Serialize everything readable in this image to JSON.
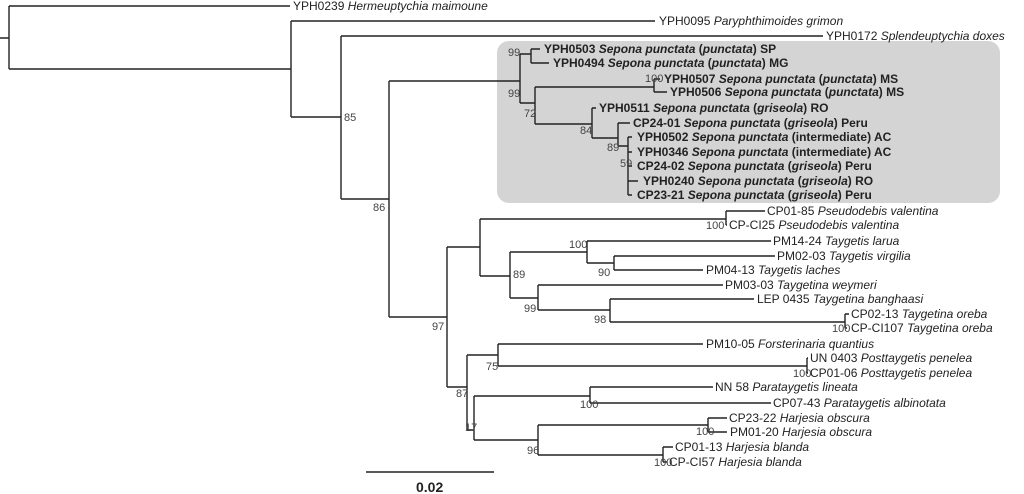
{
  "highlight_color": "#d4d4d4",
  "scale_bar": {
    "label": "0.02"
  },
  "outgroup": [
    {
      "code": "YPH0239",
      "species": "Hermeuptychia maimoune"
    },
    {
      "code": "YPH0095",
      "species": "Paryphthimoides grimon"
    },
    {
      "code": "YPH0172",
      "species": "Splendeuptychia doxes"
    }
  ],
  "sepona": [
    {
      "code": "YPH0503",
      "species": "Sepona punctata",
      "sub": "punctata",
      "loc": "SP"
    },
    {
      "code": "YPH0494",
      "species": "Sepona punctata",
      "sub": "punctata",
      "loc": "MG"
    },
    {
      "code": "YPH0507",
      "species": "Sepona punctata",
      "sub": "punctata",
      "loc": "MS"
    },
    {
      "code": "YPH0506",
      "species": "Sepona punctata",
      "sub": "punctata",
      "loc": "MS"
    },
    {
      "code": "YPH0511",
      "species": "Sepona punctata",
      "sub": "griseola",
      "loc": "RO"
    },
    {
      "code": "CP24-01",
      "species": "Sepona punctata",
      "sub": "griseola",
      "loc": "Peru"
    },
    {
      "code": "YPH0502",
      "species": "Sepona punctata",
      "sub": "intermediate",
      "loc": "AC"
    },
    {
      "code": "YPH0346",
      "species": "Sepona punctata",
      "sub": "intermediate",
      "loc": "AC"
    },
    {
      "code": "CP24-02",
      "species": "Sepona punctata",
      "sub": "griseola",
      "loc": "Peru"
    },
    {
      "code": "YPH0240",
      "species": "Sepona punctata",
      "sub": "griseola",
      "loc": "RO"
    },
    {
      "code": "CP23-21",
      "species": "Sepona punctata",
      "sub": "griseola",
      "loc": "Peru"
    }
  ],
  "others": [
    {
      "code": "CP01-85",
      "species": "Pseudodebis valentina"
    },
    {
      "code": "CP-CI25",
      "species": "Pseudodebis valentina"
    },
    {
      "code": "PM14-24",
      "species": "Taygetis larua"
    },
    {
      "code": "PM02-03",
      "species": "Taygetis virgilia"
    },
    {
      "code": "PM04-13",
      "species": "Taygetis laches"
    },
    {
      "code": "PM03-03",
      "species": "Taygetina weymeri"
    },
    {
      "code": "LEP 0435",
      "species": "Taygetina banghaasi"
    },
    {
      "code": "CP02-13",
      "species": "Taygetina oreba"
    },
    {
      "code": "CP-CI107",
      "species": "Taygetina oreba"
    },
    {
      "code": "PM10-05",
      "species": "Forsterinaria quantius"
    },
    {
      "code": "UN 0403",
      "species": "Posttaygetis penelea"
    },
    {
      "code": "CP01-06",
      "species": "Posttaygetis penelea"
    },
    {
      "code": "NN 58",
      "species": "Parataygetis lineata"
    },
    {
      "code": "CP07-43",
      "species": "Parataygetis albinotata"
    },
    {
      "code": "CP23-22",
      "species": "Harjesia obscura"
    },
    {
      "code": "PM01-20",
      "species": "Harjesia obscura"
    },
    {
      "code": "CP01-13",
      "species": "Harjesia blanda"
    },
    {
      "code": "CP-CI57",
      "species": "Harjesia blanda"
    }
  ],
  "support": [
    "85",
    "86",
    "97",
    "99",
    "72",
    "99",
    "84",
    "89",
    "59",
    "100",
    "100",
    "89",
    "100",
    "90",
    "99",
    "98",
    "100",
    "75",
    "100",
    "87",
    "17",
    "100",
    "96",
    "100",
    "100"
  ]
}
